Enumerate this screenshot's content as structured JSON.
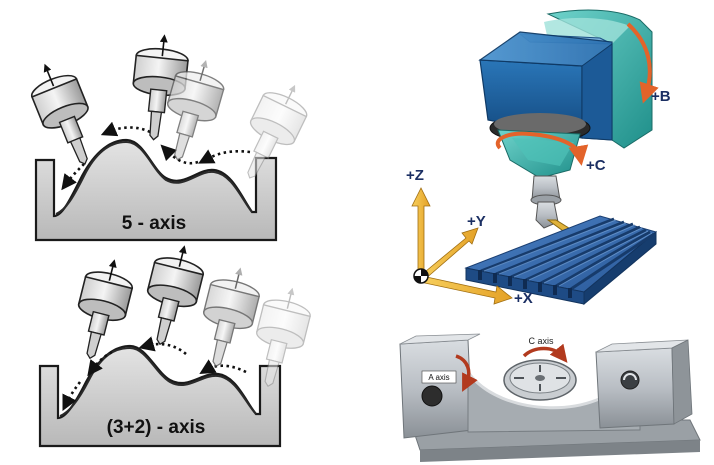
{
  "panels": {
    "five_axis": {
      "label": "5 - axis"
    },
    "three_plus_two": {
      "label": "(3+2) - axis"
    }
  },
  "machine": {
    "labels": {
      "b": "+B",
      "c": "+C",
      "z": "+Z",
      "y": "+Y",
      "x": "+X"
    }
  },
  "trunnion": {
    "labels": {
      "a_axis": "A axis",
      "c_axis": "C axis"
    }
  },
  "colors": {
    "head_blue": "#1d5f9c",
    "head_teal": "#2aa6a0",
    "table_blue": "#2f62a6",
    "axis_arrow": "#f0b431",
    "rotation_arrow": "#e3632a",
    "label_navy": "#1b2f63"
  }
}
